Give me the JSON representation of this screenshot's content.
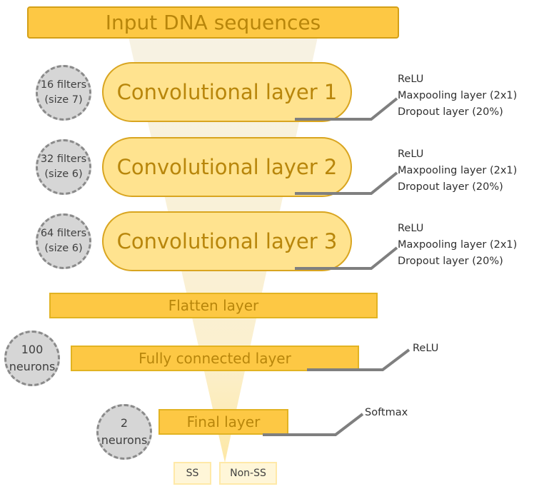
{
  "input": {
    "label": "Input DNA sequences"
  },
  "conv_layers": [
    {
      "label": "Convolutional layer 1",
      "filters": "16 filters",
      "size": "(size 7)",
      "ops": [
        "ReLU",
        "Maxpooling layer (2x1)",
        "Dropout layer (20%)"
      ]
    },
    {
      "label": "Convolutional layer 2",
      "filters": "32 filters",
      "size": "(size 6)",
      "ops": [
        "ReLU",
        "Maxpooling layer (2x1)",
        "Dropout layer (20%)"
      ]
    },
    {
      "label": "Convolutional layer 3",
      "filters": "64 filters",
      "size": "(size 6)",
      "ops": [
        "ReLU",
        "Maxpooling layer (2x1)",
        "Dropout layer (20%)"
      ]
    }
  ],
  "flatten": {
    "label": "Flatten layer"
  },
  "fully_connected": {
    "label": "Fully connected layer",
    "units_count": "100",
    "units_label": "neurons",
    "activation": "ReLU"
  },
  "final": {
    "label": "Final layer",
    "units_count": "2",
    "units_label": "neurons",
    "activation": "Softmax"
  },
  "outputs": [
    "SS",
    "Non-SS"
  ],
  "colors": {
    "layer_fill": "#fdc844",
    "conv_fill": "#ffe38f",
    "border": "#d4a017",
    "text_gold": "#b8860b",
    "connector": "#7f7f7f",
    "circle_fill": "#d6d6d6",
    "output_fill": "#fff6d8"
  }
}
